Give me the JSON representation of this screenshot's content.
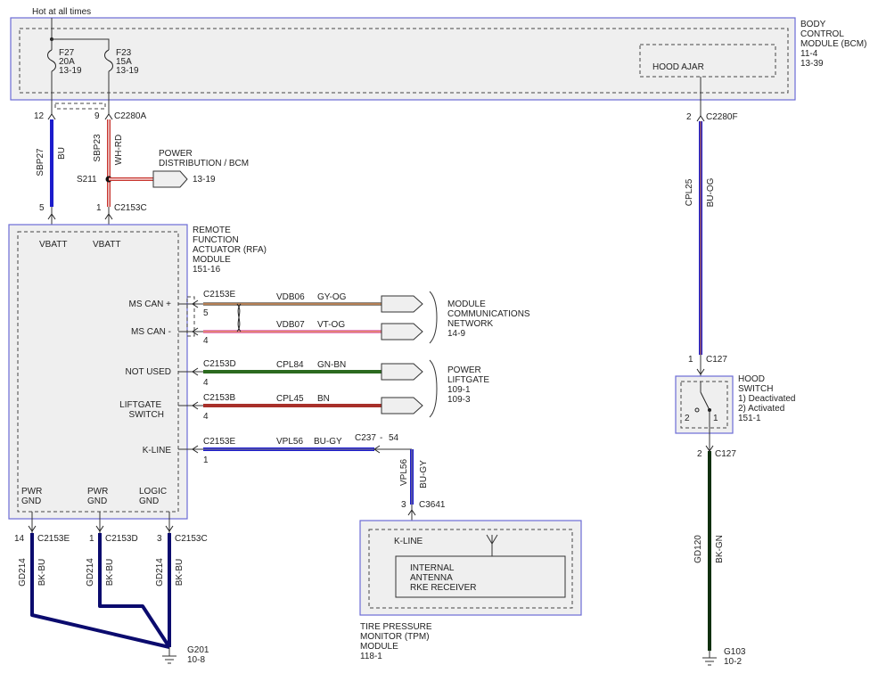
{
  "power_label": "Hot at all times",
  "bcm": {
    "label": [
      "BODY",
      "CONTROL",
      "MODULE (BCM)",
      "11-4",
      "13-39"
    ],
    "hood_ajar": "HOOD AJAR"
  },
  "fuses": [
    {
      "name": "F27",
      "rating": "20A",
      "ref": "13-19"
    },
    {
      "name": "F23",
      "rating": "15A",
      "ref": "13-19"
    }
  ],
  "pins": {
    "p12": "12",
    "p9": "9",
    "c2280a": "C2280A",
    "p5": "5",
    "p1": "1",
    "c2153c_top": "C2153C",
    "p2": "2",
    "c2280f": "C2280F",
    "c127_top_pin": "1",
    "c127_top": "C127",
    "c127_bot_pin": "2",
    "c127_bot": "C127",
    "c2153e_a": "C2153E",
    "p5b": "5",
    "p4a": "4",
    "c2153d": "C2153D",
    "p4b": "4",
    "c2153b": "C2153B",
    "p4c": "4",
    "c2153e_b": "C2153E",
    "p1b": "1",
    "c237": "C237",
    "dash": "-",
    "p54": "54",
    "p3": "3",
    "c3641": "C3641",
    "gnd_pins": [
      "14",
      "1",
      "3"
    ],
    "gnd_conns": [
      "C2153E",
      "C2153D",
      "C2153C"
    ]
  },
  "wires": {
    "sbp27": {
      "circuit": "SBP27",
      "color": "BU"
    },
    "sbp23": {
      "circuit": "SBP23",
      "color": "WH-RD"
    },
    "cpl25": {
      "circuit": "CPL25",
      "color": "BU-OG"
    },
    "vdb06": {
      "circuit": "VDB06",
      "color": "GY-OG"
    },
    "vdb07": {
      "circuit": "VDB07",
      "color": "VT-OG"
    },
    "cpl84": {
      "circuit": "CPL84",
      "color": "GN-BN"
    },
    "cpl45": {
      "circuit": "CPL45",
      "color": "BN"
    },
    "vpl56": {
      "circuit": "VPL56",
      "color": "BU-GY"
    },
    "gd120": {
      "circuit": "GD120",
      "color": "BK-GN"
    },
    "gd214": [
      {
        "circuit": "GD214",
        "color": "BK-BU"
      },
      {
        "circuit": "GD214",
        "color": "BK-BU"
      },
      {
        "circuit": "GD214",
        "color": "BK-BU"
      }
    ]
  },
  "splice": {
    "name": "S211",
    "label": [
      "POWER",
      "DISTRIBUTION / BCM"
    ],
    "ref": "13-19"
  },
  "rfa": {
    "label": [
      "REMOTE",
      "FUNCTION",
      "ACTUATOR (RFA)",
      "MODULE",
      "151-16"
    ],
    "vbatt1": "VBATT",
    "vbatt2": "VBATT",
    "pins": [
      "MS CAN +",
      "MS CAN -",
      "NOT USED"
    ],
    "liftgate": [
      "LIFTGATE",
      "SWITCH"
    ],
    "kline": "K-LINE",
    "gnd1": [
      "PWR",
      "GND"
    ],
    "gnd2": [
      "PWR",
      "GND"
    ],
    "gnd3": [
      "LOGIC",
      "GND"
    ]
  },
  "dest": {
    "network": [
      "MODULE",
      "COMMUNICATIONS",
      "NETWORK",
      "14-9"
    ],
    "liftgate": [
      "POWER",
      "LIFTGATE",
      "109-1",
      "109-3"
    ]
  },
  "hood_switch": {
    "label": [
      "HOOD",
      "SWITCH",
      "1) Deactivated",
      "2) Activated",
      "151-1"
    ],
    "pin2": "2",
    "pin1": "1"
  },
  "tpm": {
    "kline": "K-LINE",
    "receiver": [
      "INTERNAL",
      "ANTENNA",
      "RKE RECEIVER"
    ],
    "label": [
      "TIRE PRESSURE",
      "MONITOR (TPM)",
      "MODULE",
      "118-1"
    ]
  },
  "grounds": [
    {
      "name": "G201",
      "ref": "10-8"
    },
    {
      "name": "G103",
      "ref": "10-2"
    }
  ],
  "colors": {
    "module_border": "#6b6bd6",
    "module_fill": "#efefef",
    "blue": "#1c1ccc",
    "red": "#c8352f",
    "gray": "#8a8680",
    "violet": "#e586c2",
    "green": "#2b6a1f",
    "brown": "#a8302a",
    "navy": "#0b0b6e",
    "dark_green": "#10300f"
  }
}
